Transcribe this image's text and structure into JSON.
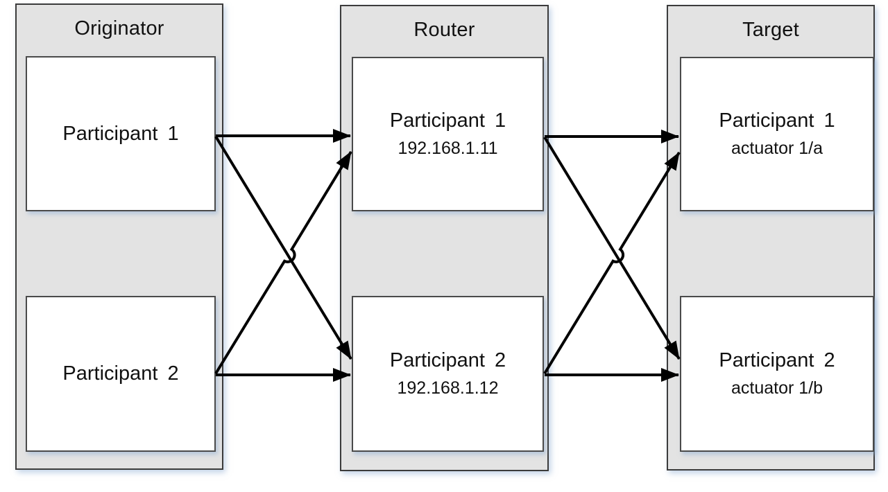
{
  "diagram": {
    "columns": [
      {
        "title": "Originator",
        "nodes": [
          {
            "label": "Participant 1",
            "sublabel": ""
          },
          {
            "label": "Participant 2",
            "sublabel": ""
          }
        ]
      },
      {
        "title": "Router",
        "nodes": [
          {
            "label": "Participant 1",
            "sublabel": "192.168.1.11"
          },
          {
            "label": "Participant 2",
            "sublabel": "192.168.1.12"
          }
        ]
      },
      {
        "title": "Target",
        "nodes": [
          {
            "label": "Participant 1",
            "sublabel": "actuator 1/a"
          },
          {
            "label": "Participant 2",
            "sublabel": "actuator 1/b"
          }
        ]
      }
    ],
    "connections": [
      {
        "from": "originator-participant-1",
        "to": "router-participant-1"
      },
      {
        "from": "originator-participant-1",
        "to": "router-participant-2"
      },
      {
        "from": "originator-participant-2",
        "to": "router-participant-1"
      },
      {
        "from": "originator-participant-2",
        "to": "router-participant-2"
      },
      {
        "from": "router-participant-1",
        "to": "target-participant-1"
      },
      {
        "from": "router-participant-1",
        "to": "target-participant-2"
      },
      {
        "from": "router-participant-2",
        "to": "target-participant-1"
      },
      {
        "from": "router-participant-2",
        "to": "target-participant-2"
      }
    ],
    "colors": {
      "background": "#ffffff",
      "container_fill": "#e3e3e3",
      "container_border": "#3b3b3b",
      "node_fill": "#ffffff",
      "node_border": "#4a4a4a",
      "arrow": "#000000",
      "text": "#111111",
      "shadow": "rgba(145,175,212,0.55)"
    }
  }
}
